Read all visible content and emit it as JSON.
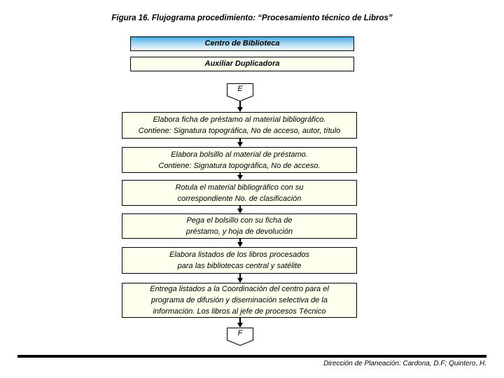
{
  "title": "Figura 16. Flujograma procedimiento: “Procesamiento técnico de Libros”",
  "header": {
    "department": "Centro de Biblioteca",
    "role": "Auxiliar Duplicadora"
  },
  "flow": {
    "start_connector": "E",
    "end_connector": "F",
    "steps": [
      "Elabora ficha de préstamo al material bibliográfico.\nContiene: Signatura topográfica, No de acceso, autor, título",
      "Elabora bolsillo al material de préstamo.\nContiene: Signatura topográfica, No de acceso.",
      "Rotula el material bibliográfico con su\ncorrespondiente No. de clasificación",
      "Pega el bolsillo con su ficha de\npréstamo, y hoja de devolución",
      "Elabora listados de los libros procesados\npara las bibliotecas central y satélite",
      "Entrega listados a la Coordinación del centro para el\nprograma de difusión y diseminación selectiva de la\ninformación.  Los libros al jefe de procesos Técnico"
    ]
  },
  "footer": {
    "credit": "Dirección de Planeación: Cardona, D.F; Quintero, H."
  },
  "colors": {
    "box_fill": "#FFFFEE",
    "header_gradient_top": "#45ABE5",
    "border": "#000000"
  }
}
